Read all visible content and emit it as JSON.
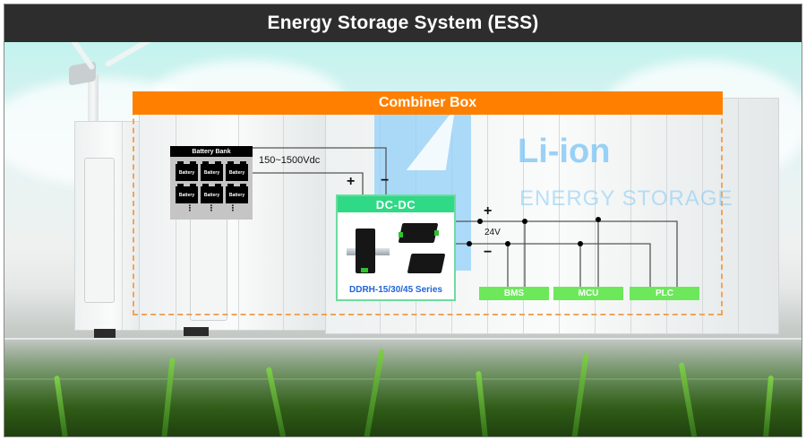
{
  "title": "Energy Storage System (ESS)",
  "combiner_box": {
    "label": "Combiner Box",
    "accent_color": "#ff8000"
  },
  "battery_bank": {
    "title": "Battery Bank",
    "cells": [
      "Battery",
      "Battery",
      "Battery",
      "Battery",
      "Battery",
      "Battery"
    ],
    "continuation": [
      "⋮",
      "⋮",
      "⋮"
    ]
  },
  "input": {
    "voltage_label": "150~1500Vdc",
    "plus": "+",
    "minus": "−"
  },
  "dcdc": {
    "header": "DC-DC",
    "series": "DDRH-15/30/45 Series",
    "header_color": "#30d985",
    "series_color": "#1f64d6"
  },
  "output": {
    "plus": "+",
    "minus": "−",
    "voltage_label": "24V"
  },
  "loads": [
    {
      "label": "BMS"
    },
    {
      "label": "MCU"
    },
    {
      "label": "PLC"
    }
  ],
  "background_branding": {
    "brand": "Li-ion",
    "subtitle": "ENERGY STORAGE"
  }
}
